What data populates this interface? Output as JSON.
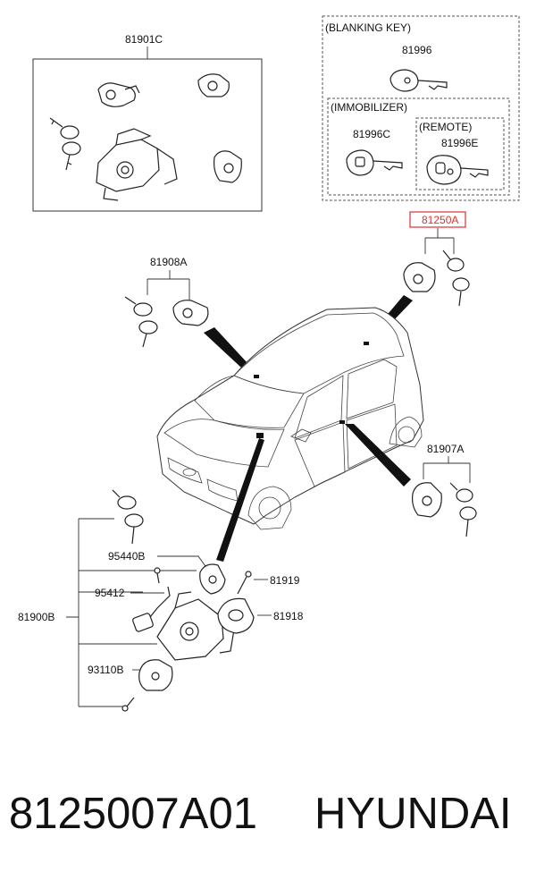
{
  "groups": {
    "blanking_key": "(BLANKING KEY)",
    "immobilizer": "(IMMOBILIZER)",
    "remote": "(REMOTE)"
  },
  "part_labels": {
    "p81901C": "81901C",
    "p81996": "81996",
    "p81996C": "81996C",
    "p81996E": "81996E",
    "p81250A": "81250A",
    "p81908A": "81908A",
    "p81907A": "81907A",
    "p95440B": "95440B",
    "p95412": "95412",
    "p81900B": "81900B",
    "p93110B": "93110B",
    "p81919": "81919",
    "p81918": "81918"
  },
  "highlight_color": "#e03030",
  "footer": {
    "part_number": "8125007A01",
    "brand": "HYUNDAI"
  }
}
